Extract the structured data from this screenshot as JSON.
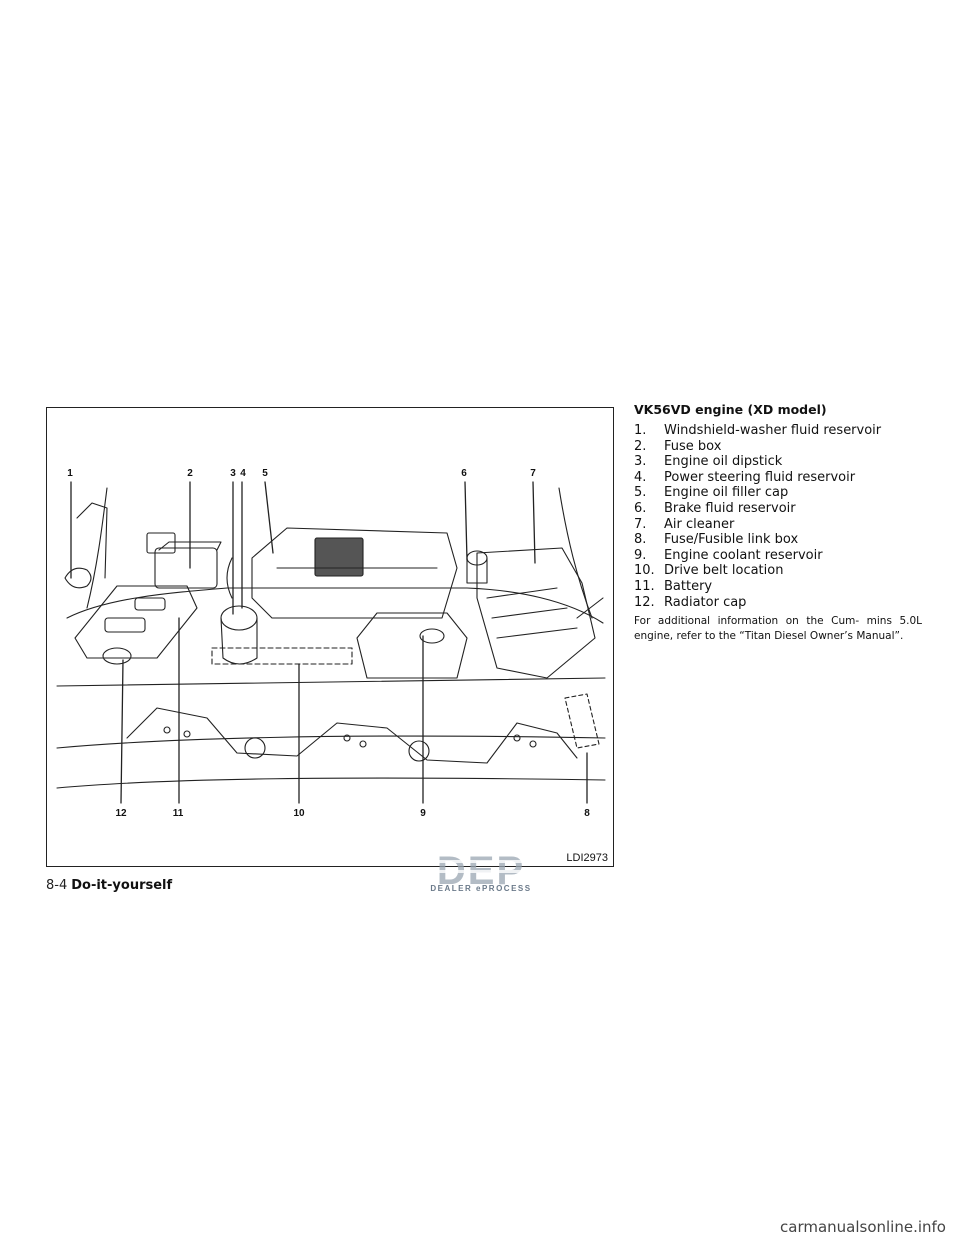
{
  "figure": {
    "figure_id": "LDI2973",
    "callouts": [
      {
        "label": "1"
      },
      {
        "label": "2"
      },
      {
        "label": "3"
      },
      {
        "label": "4"
      },
      {
        "label": "5"
      },
      {
        "label": "6"
      },
      {
        "label": "7"
      },
      {
        "label": "12"
      },
      {
        "label": "11"
      },
      {
        "label": "10"
      },
      {
        "label": "9"
      },
      {
        "label": "8"
      }
    ]
  },
  "text": {
    "heading": "VK56VD engine (XD model)",
    "parts": [
      {
        "num": "1.",
        "label": "Windshield-washer fluid reservoir"
      },
      {
        "num": "2.",
        "label": "Fuse box"
      },
      {
        "num": "3.",
        "label": "Engine oil dipstick"
      },
      {
        "num": "4.",
        "label": "Power steering fluid reservoir"
      },
      {
        "num": "5.",
        "label": "Engine oil filler cap"
      },
      {
        "num": "6.",
        "label": "Brake fluid reservoir"
      },
      {
        "num": "7.",
        "label": "Air cleaner"
      },
      {
        "num": "8.",
        "label": "Fuse/Fusible link box"
      },
      {
        "num": "9.",
        "label": "Engine coolant reservoir"
      },
      {
        "num": "10.",
        "label": "Drive belt location"
      },
      {
        "num": "11.",
        "label": "Battery"
      },
      {
        "num": "12.",
        "label": "Radiator cap"
      }
    ],
    "note": "For additional information on the Cum- mins 5.0L engine, refer to the “Titan Diesel Owner’s Manual”."
  },
  "footer": {
    "page_number": "8-4",
    "section": "Do-it-yourself"
  },
  "watermark": {
    "logo_text": "DEP",
    "sub_text": "DEALER ePROCESS"
  },
  "site_credit": "carmanualsonline.info"
}
